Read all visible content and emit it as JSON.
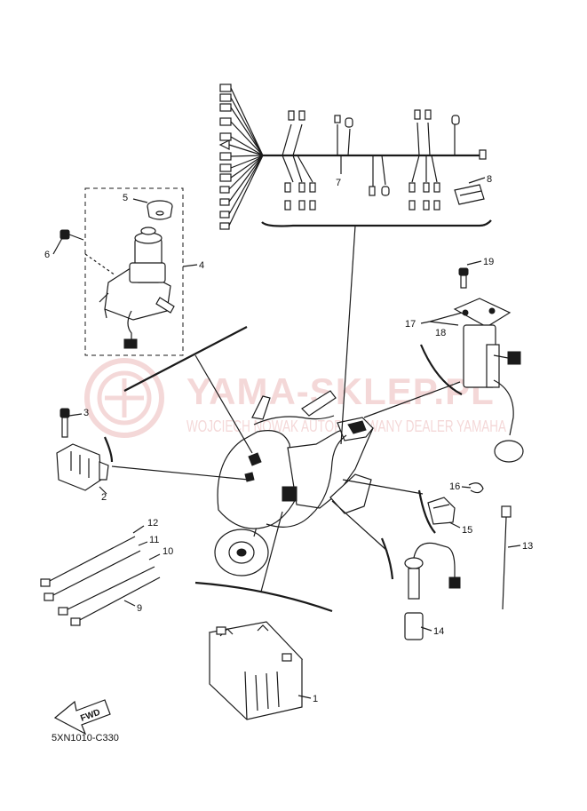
{
  "watermark": {
    "title": "YAMA-SKLEP.PL",
    "subtitle": "WOJCIECH NOWAK AUTORYZOWANY DEALER YAMAHA",
    "color": "#e8a9a9"
  },
  "callouts": [
    "1",
    "2",
    "3",
    "4",
    "5",
    "6",
    "7",
    "8",
    "9",
    "10",
    "11",
    "12",
    "13",
    "14",
    "15",
    "16",
    "17",
    "18",
    "19"
  ],
  "fwd_label": "FWD",
  "diagram_code": "5XN1010-C330",
  "colors": {
    "ink": "#1a1a1a",
    "background": "#ffffff"
  }
}
